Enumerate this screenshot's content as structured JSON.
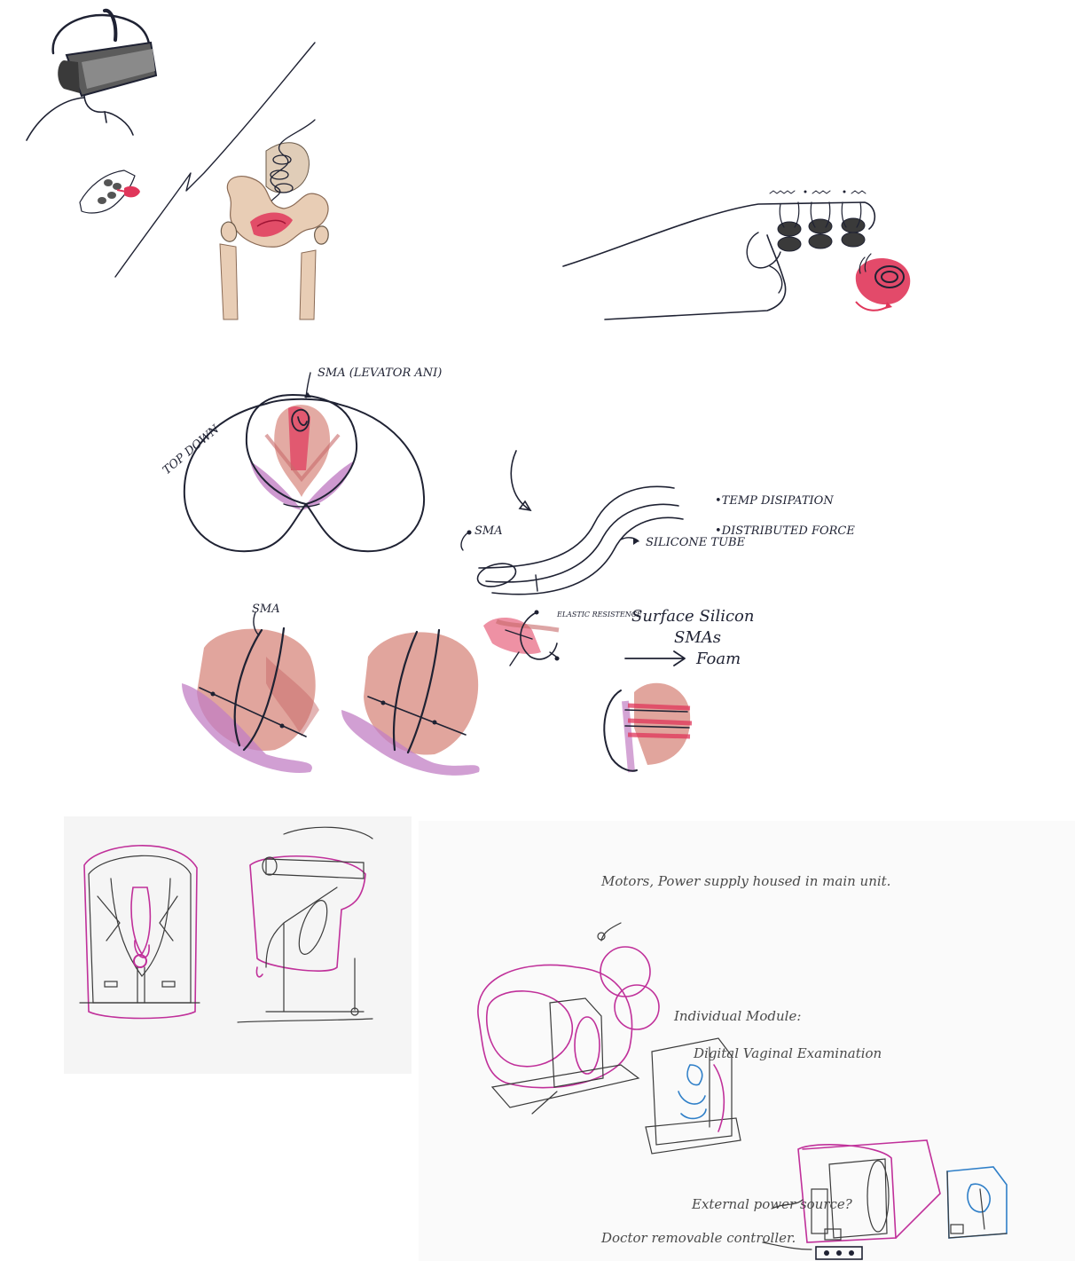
{
  "labels": {
    "sma_levator": "SMA (LEVATOR ANI)",
    "top_down": "TOP DOWN",
    "sma_tube": "SMA",
    "temp_dissipation": "•TEMP DISIPATION",
    "distributed_force": "•DISTRIBUTED FORCE",
    "silicone_tube": "SILICONE TUBE",
    "sma_muscle": "SMA",
    "elastic_resistance": "ELASTIC RESISTENCE",
    "surface_silicon": "Surface Silicon",
    "smas": "SMAs",
    "foam": "Foam",
    "motors_note": "Motors, Power supply housed in main unit.",
    "individual_module": "Individual Module:",
    "digital_exam": "Digital Vaginal Examination",
    "external_power": "External power source?",
    "doctor_controller": "Doctor removable controller."
  },
  "colors": {
    "ink": "#1f2233",
    "pink": "#e0365a",
    "muscle": "#d98e84",
    "purple": "#c27fc4",
    "magenta": "#c0309a",
    "blue": "#2f7fc8",
    "skin": "#e8cdb5"
  }
}
